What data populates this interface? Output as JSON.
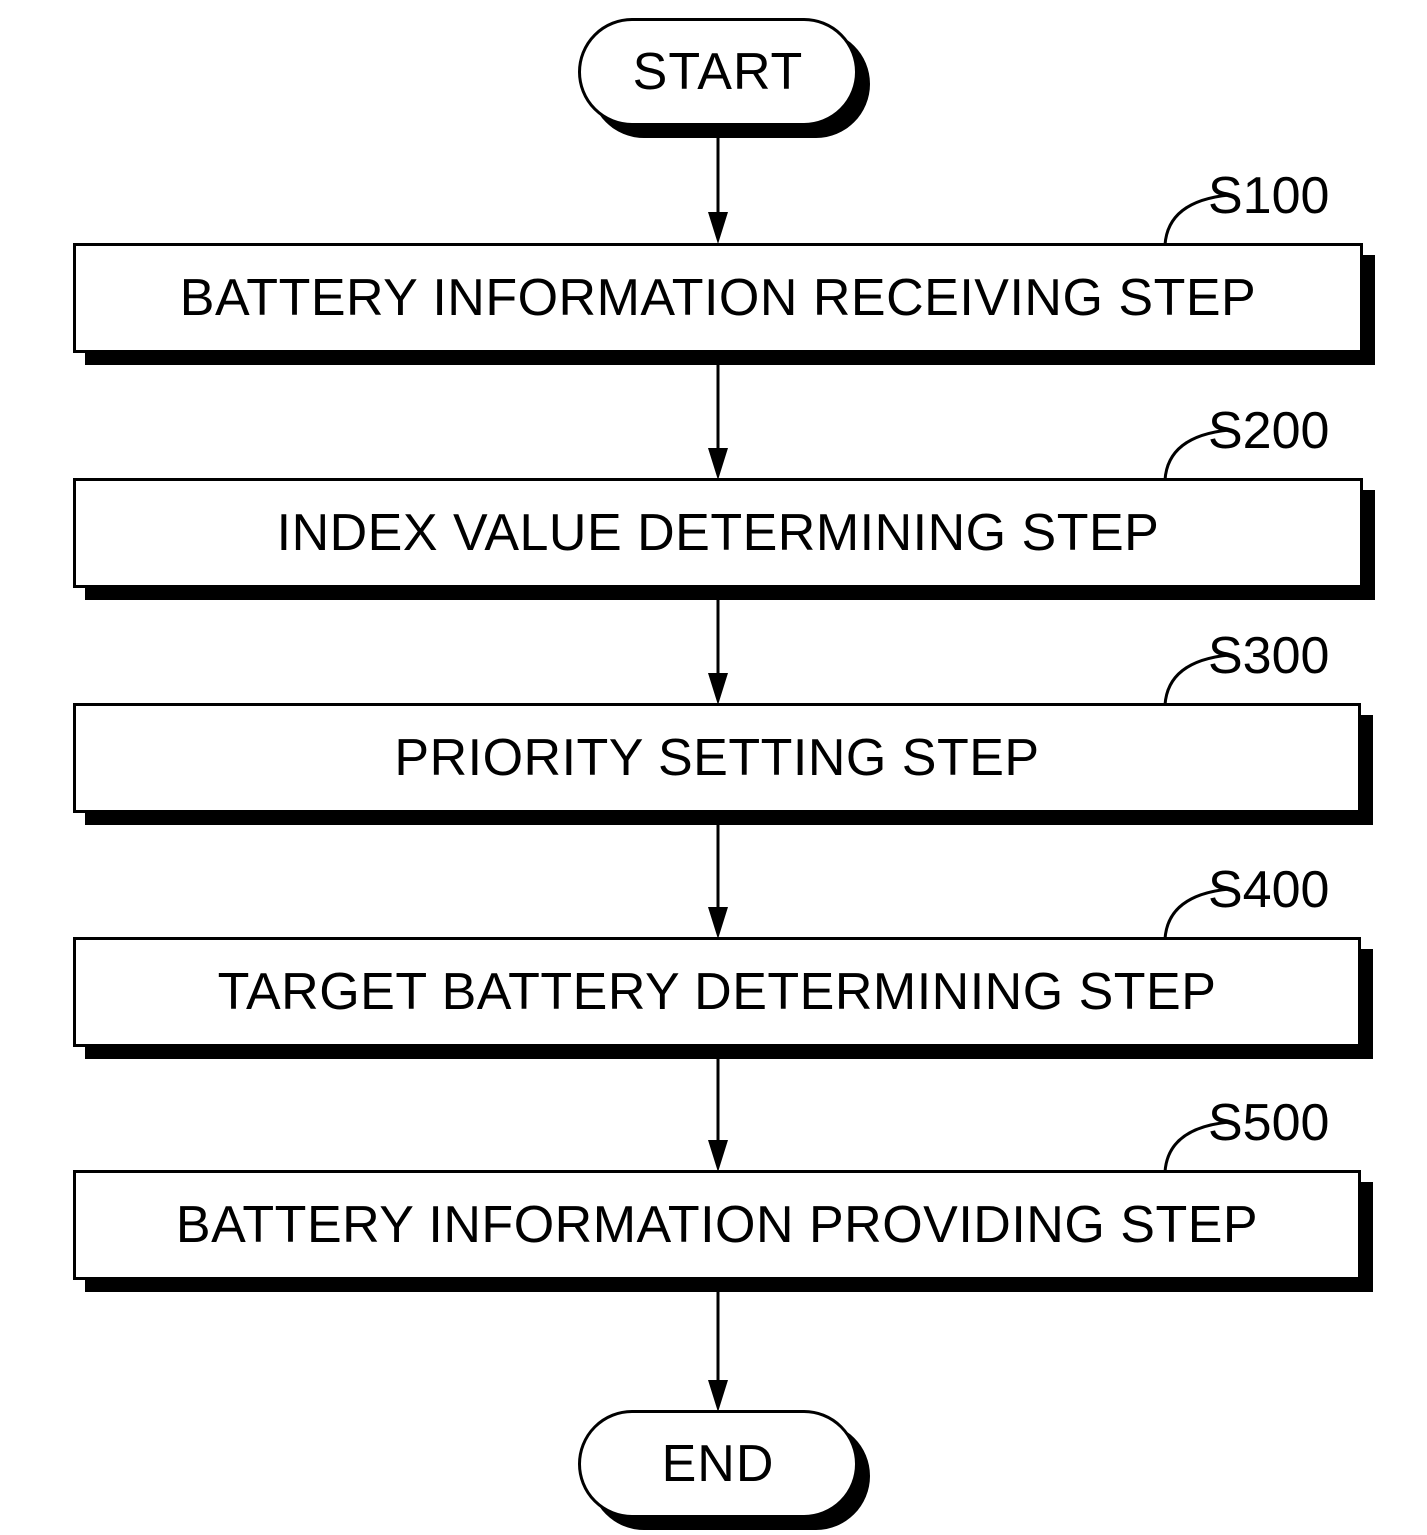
{
  "diagram": {
    "type": "flowchart",
    "orientation": "vertical",
    "start": {
      "label": "START"
    },
    "end": {
      "label": "END"
    },
    "steps": [
      {
        "ref": "S100",
        "label": "BATTERY INFORMATION RECEIVING STEP"
      },
      {
        "ref": "S200",
        "label": "INDEX VALUE DETERMINING STEP"
      },
      {
        "ref": "S300",
        "label": "PRIORITY SETTING STEP"
      },
      {
        "ref": "S400",
        "label": "TARGET BATTERY DETERMINING STEP"
      },
      {
        "ref": "S500",
        "label": "BATTERY INFORMATION PROVIDING STEP"
      }
    ],
    "colors": {
      "stroke": "#000000",
      "fill": "#ffffff",
      "shadow": "#000000"
    }
  }
}
